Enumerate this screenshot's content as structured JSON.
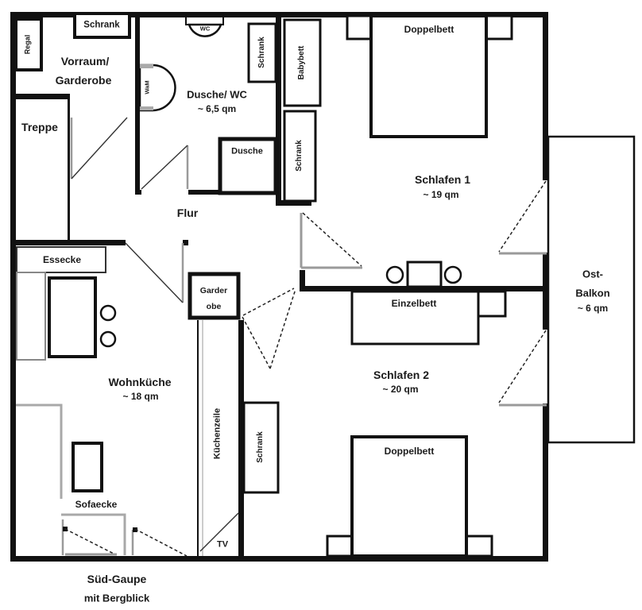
{
  "plan": {
    "rooms": {
      "vorraum": {
        "line1": "Vorraum/",
        "line2": "Garderobe"
      },
      "treppe": {
        "label": "Treppe"
      },
      "dusche_wc": {
        "line1": "Dusche/ WC",
        "line2": "~ 6,5 qm"
      },
      "flur": {
        "label": "Flur"
      },
      "schlafen1": {
        "line1": "Schlafen 1",
        "line2": "~ 19 qm"
      },
      "schlafen2": {
        "line1": "Schlafen 2",
        "line2": "~ 20 qm"
      },
      "wohnkueche": {
        "line1": "Wohnküche",
        "line2": "~ 18 qm"
      },
      "ost_balkon": {
        "line1": "Ost-",
        "line2": "Balkon",
        "line3": "~ 6 qm"
      }
    },
    "furniture": {
      "regal": "Regal",
      "schrank_vorraum": "Schrank",
      "wc": "WC",
      "wam": "WaM",
      "dusche": "Dusche",
      "schrank_bad": "Schrank",
      "babybett": "Babybett",
      "schrank_schlafen1": "Schrank",
      "doppelbett_schlafen1": "Doppelbett",
      "essecke": "Essecke",
      "garderobe_line1": "Garder",
      "garderobe_line2": "obe",
      "einzelbett": "Einzelbett",
      "kuechenzeile": "Küchenzeile",
      "schrank_schlafen2": "Schrank",
      "doppelbett_schlafen2": "Doppelbett",
      "sofaecke": "Sofaecke",
      "tv": "TV"
    },
    "caption": {
      "line1": "Süd-Gaupe",
      "line2": "mit Bergblick"
    },
    "colors": {
      "wall": "#111111",
      "door_panel": "#9a9a9a",
      "sofa_outline": "#a8a8a8"
    }
  }
}
